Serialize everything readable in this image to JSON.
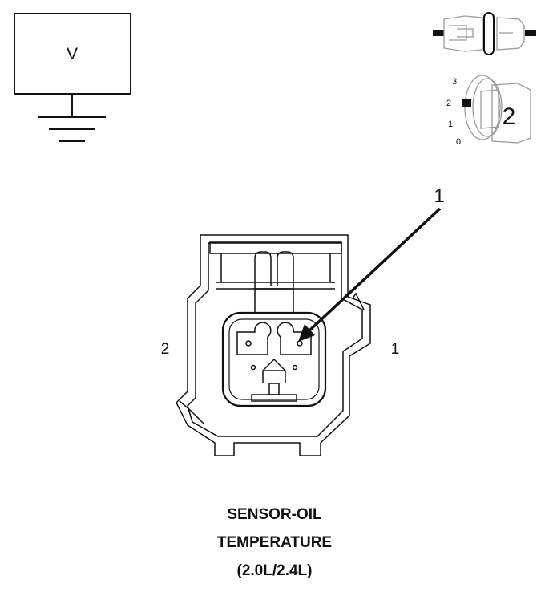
{
  "voltmeter": {
    "symbol": "V"
  },
  "connector_icon": {
    "view_number": "2",
    "position_ticks": [
      "3",
      "2",
      "1",
      "0"
    ]
  },
  "connector": {
    "callout_number": "1",
    "pin_labels": {
      "left": "2",
      "right": "1"
    }
  },
  "caption": {
    "line1": "SENSOR-OIL",
    "line2": "TEMPERATURE",
    "line3": "(2.0L/2.4L)"
  },
  "colors": {
    "line": "#111111",
    "icon_gray": "#888888",
    "background": "#ffffff"
  }
}
